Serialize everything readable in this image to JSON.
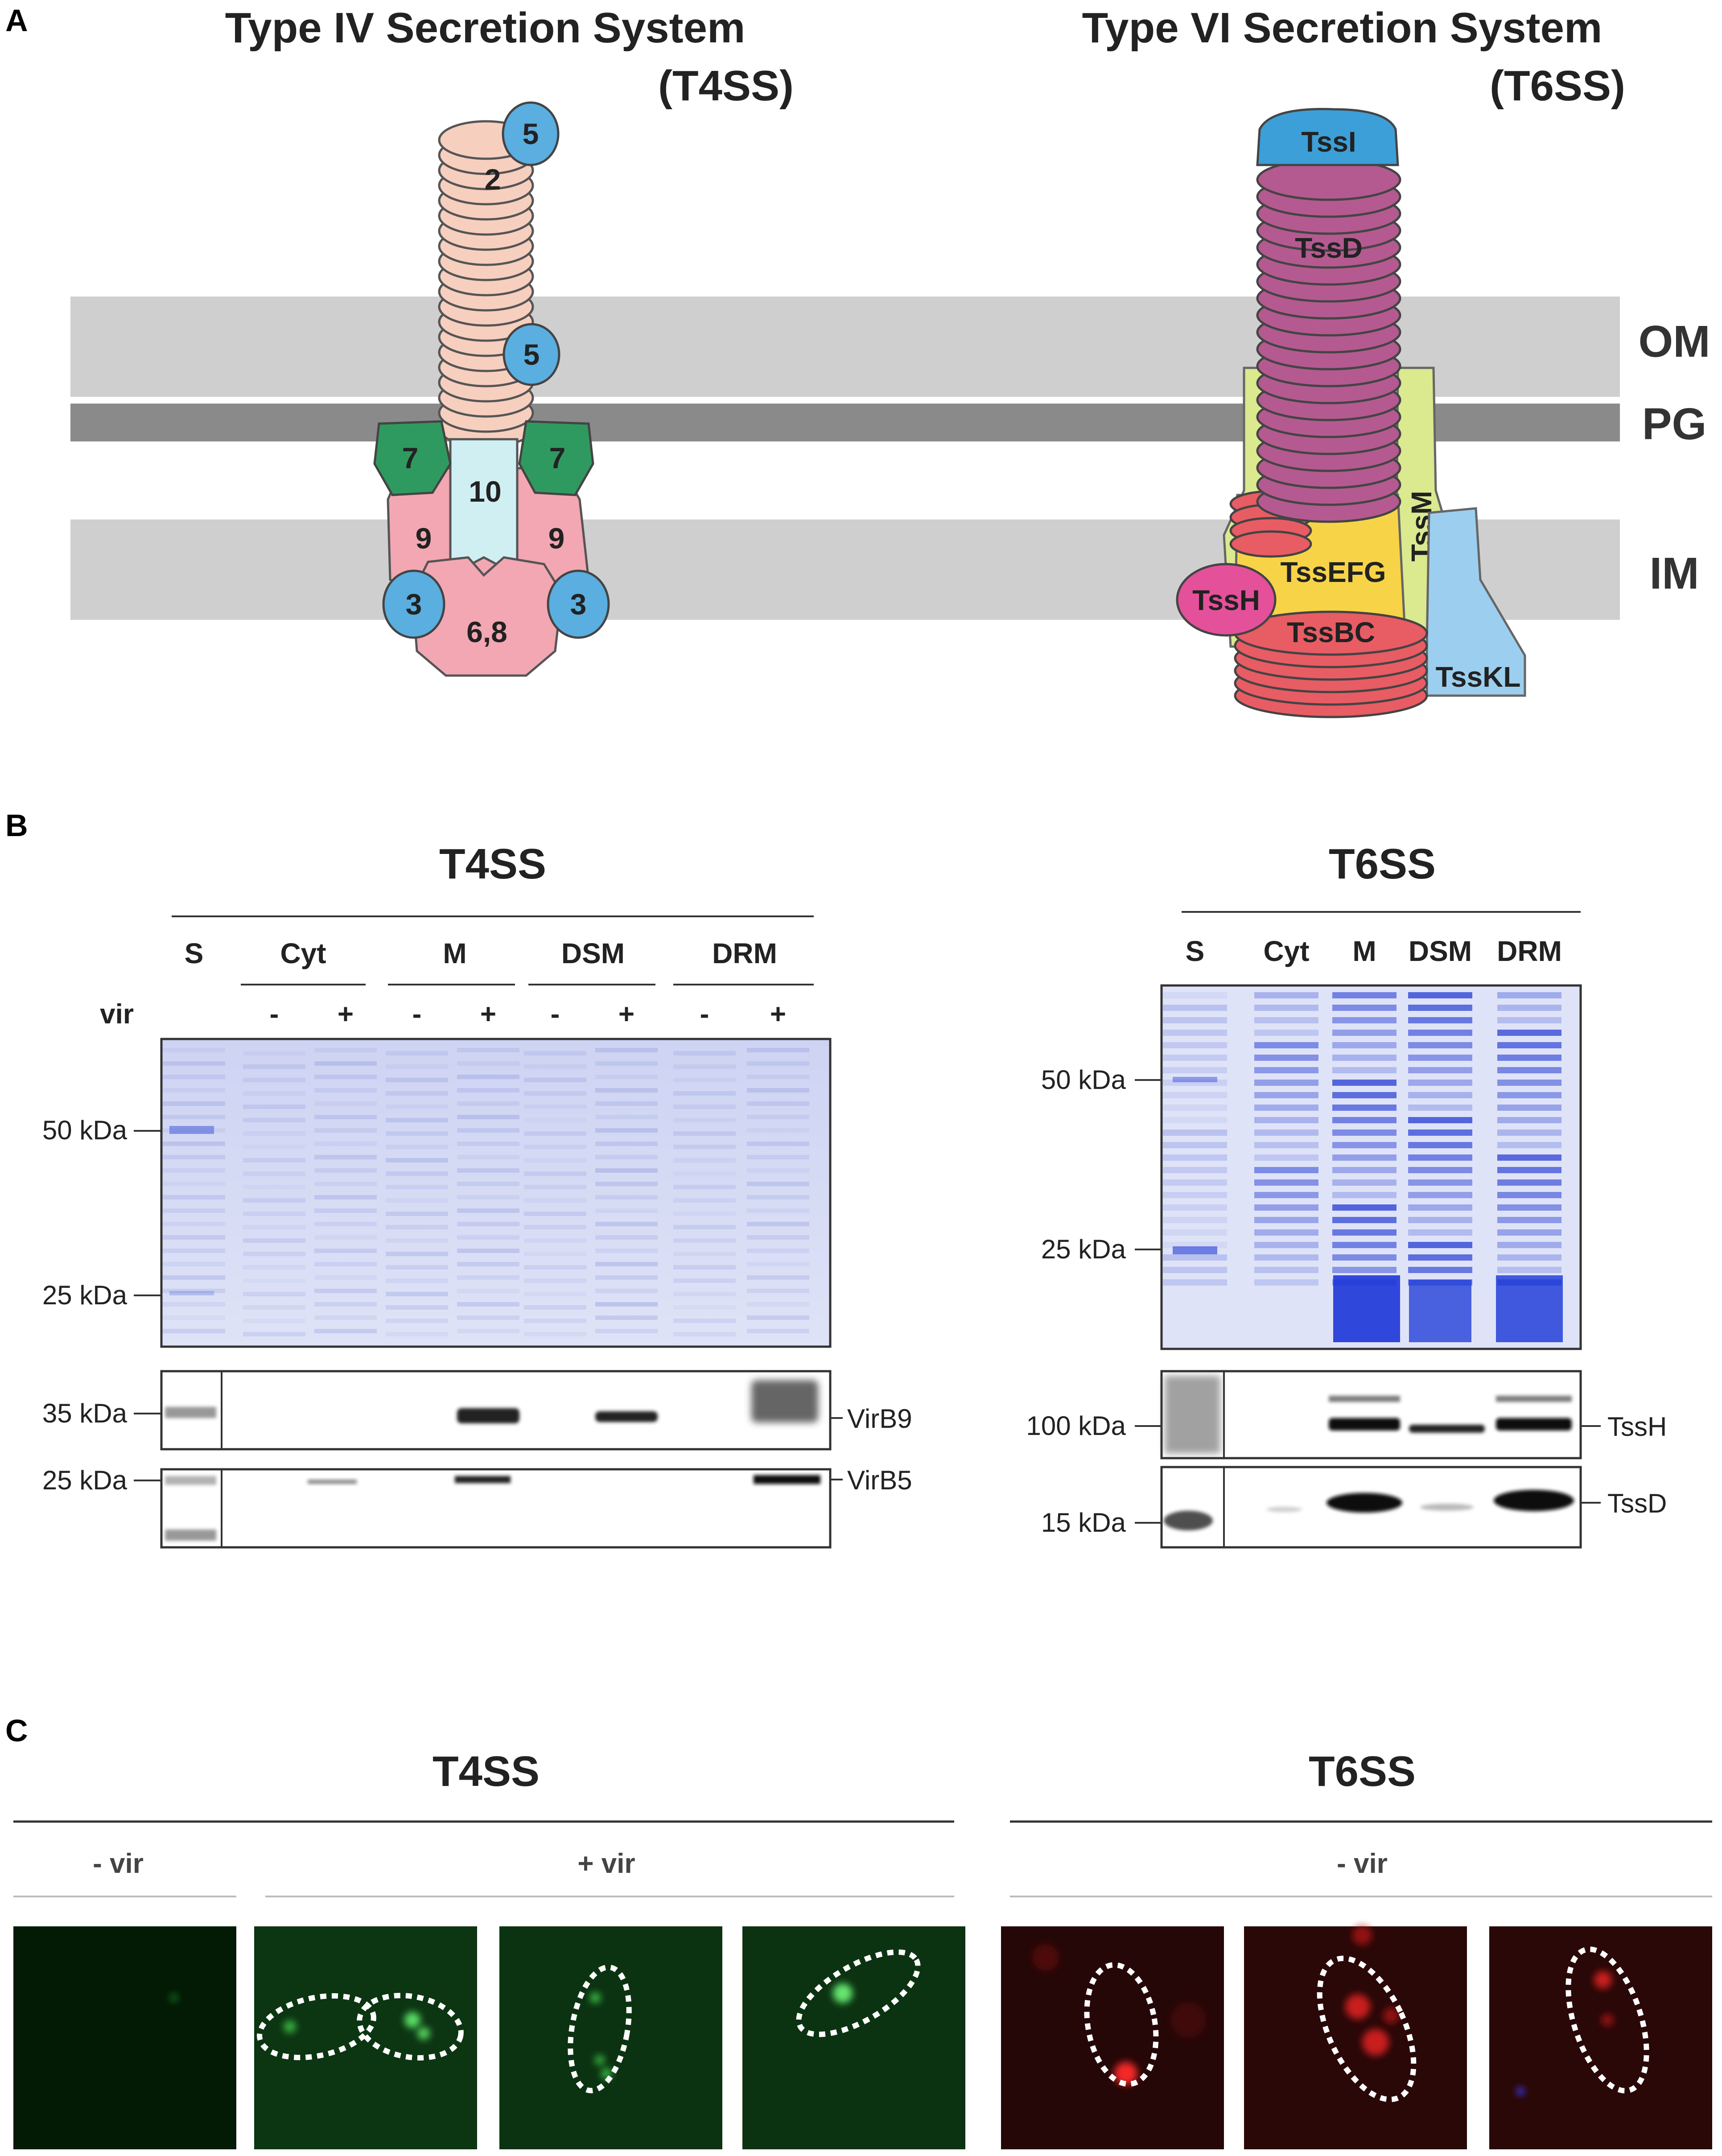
{
  "panels": {
    "A": {
      "letter": "A",
      "t4ss_title_line1": "Type IV Secretion System",
      "t4ss_title_line2": "(T4SS)",
      "t6ss_title_line1": "Type VI Secretion System",
      "t6ss_title_line2": "(T6SS)",
      "membranes": {
        "om": "OM",
        "pg": "PG",
        "im": "IM"
      },
      "t4ss_subunits": {
        "pilus_tip": "5",
        "pilus": "2",
        "pilus_side": "5",
        "core_left": "7",
        "core_right": "7",
        "channel": "10",
        "im_left": "9",
        "im_right": "9",
        "atpase_left": "3",
        "atpase_right": "3",
        "atpase_base": "6,8"
      },
      "t6ss_subunits": {
        "tip": "TssI",
        "tube": "TssD",
        "baseplate": "TssEFG",
        "atpase": "TssH",
        "sheath": "TssBC",
        "membrane_m": "TssM",
        "membrane_kl": "TssKL"
      }
    },
    "B": {
      "letter": "B",
      "t4ss": {
        "title": "T4SS",
        "lanes": {
          "s": "S",
          "cyt": "Cyt",
          "m": "M",
          "dsm": "DSM",
          "drm": "DRM"
        },
        "vir_label": "vir",
        "vir_signs": [
          "-",
          "+",
          "-",
          "+",
          "-",
          "+",
          "-",
          "+"
        ],
        "markers": {
          "gel_50": "50 kDa",
          "gel_25": "25 kDa",
          "blot1": "35 kDa",
          "blot2": "25 kDa"
        },
        "bands": {
          "blot1": "VirB9",
          "blot2": "VirB5"
        }
      },
      "t6ss": {
        "title": "T6SS",
        "lanes": {
          "s": "S",
          "cyt": "Cyt",
          "m": "M",
          "dsm": "DSM",
          "drm": "DRM"
        },
        "markers": {
          "gel_50": "50 kDa",
          "gel_25": "25 kDa",
          "blot1": "100 kDa",
          "blot2": "15 kDa"
        },
        "bands": {
          "blot1": "TssH",
          "blot2": "TssD"
        }
      }
    },
    "C": {
      "letter": "C",
      "t4ss_title": "T4SS",
      "t6ss_title": "T6SS",
      "t4ss_minus": "- vir",
      "t4ss_plus": "+ vir",
      "t6ss_minus": "- vir"
    }
  },
  "colors": {
    "pilus": "#f7cfbf",
    "blue_subunit": "#5aaee0",
    "green_subunit": "#2f9a5f",
    "pink_core": "#f2a7b3",
    "channel": "#cfeff3",
    "tube": "#b45a90",
    "sheath": "#e85c64",
    "baseplate": "#f7d447",
    "membrane_complex": "#dbe98f",
    "gel_blue": "#5066d8",
    "gfp": "#2fbf3f",
    "rfp": "#e02020"
  }
}
